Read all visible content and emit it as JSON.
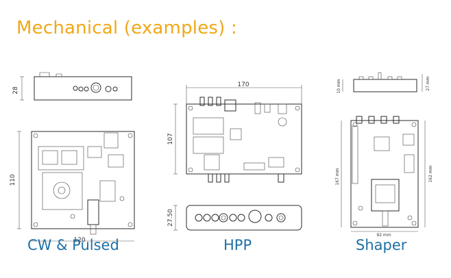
{
  "slide": {
    "title": "Mechanical (examples) :",
    "title_color": "#f0a818",
    "caption_color": "#1e6fa6"
  },
  "drawings": {
    "cw_pulsed": {
      "caption": "CW & Pulsed",
      "dim_top": "28",
      "dim_left": "110",
      "dim_bottom": "120"
    },
    "hpp": {
      "caption": "HPP",
      "dim_width": "170",
      "dim_height": "107",
      "dim_front": "27.50"
    },
    "shaper": {
      "caption": "Shaper",
      "dim_top_left": "10 mm",
      "dim_top_right": "27 mm",
      "dim_left": "167 mm",
      "dim_right": "162 mm",
      "dim_bottom": "92 mm"
    }
  }
}
